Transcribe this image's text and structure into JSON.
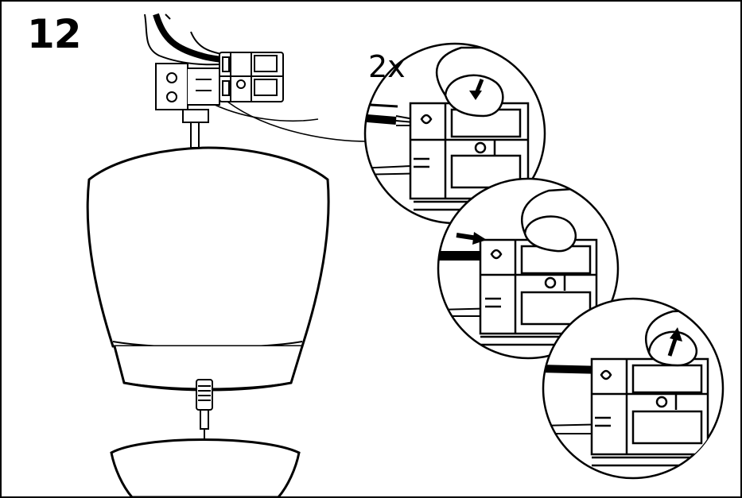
{
  "step": {
    "number": "12",
    "multiplier": "2x"
  },
  "details": [
    {
      "action": "press-down"
    },
    {
      "action": "insert-wire"
    },
    {
      "action": "release-up"
    }
  ],
  "colors": {
    "line": "#000000",
    "background": "#ffffff"
  }
}
